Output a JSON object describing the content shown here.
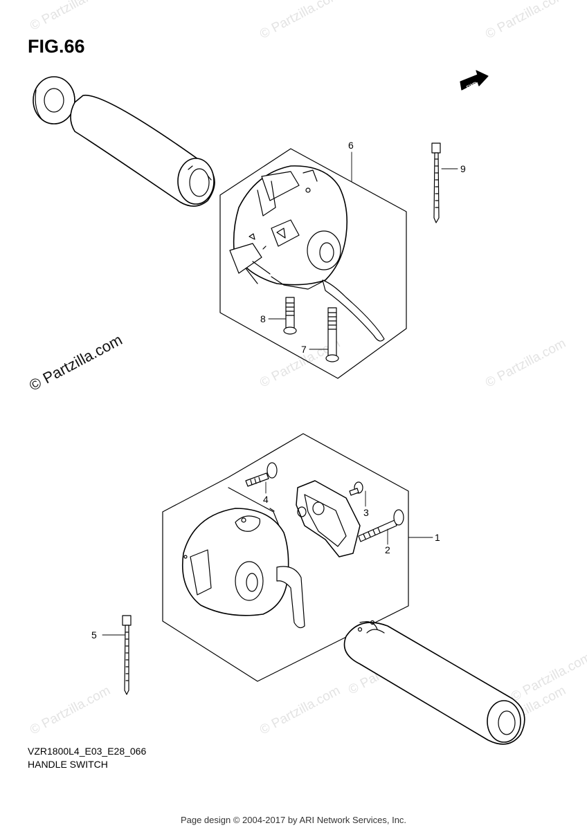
{
  "figure": {
    "title": "FIG.66",
    "model_code": "VZR1800L4_E03_E28_066",
    "section_name": "HANDLE SWITCH"
  },
  "fwd_badge": "FWD",
  "callouts": [
    {
      "id": "1",
      "label": "1"
    },
    {
      "id": "2",
      "label": "2"
    },
    {
      "id": "3",
      "label": "3"
    },
    {
      "id": "4",
      "label": "4"
    },
    {
      "id": "5",
      "label": "5"
    },
    {
      "id": "6",
      "label": "6"
    },
    {
      "id": "7",
      "label": "7"
    },
    {
      "id": "8",
      "label": "8"
    },
    {
      "id": "9",
      "label": "9"
    }
  ],
  "watermark": {
    "text": "© Partzilla.com"
  },
  "footer": {
    "credit": "Page design © 2004-2017 by ARI Network Services, Inc."
  }
}
